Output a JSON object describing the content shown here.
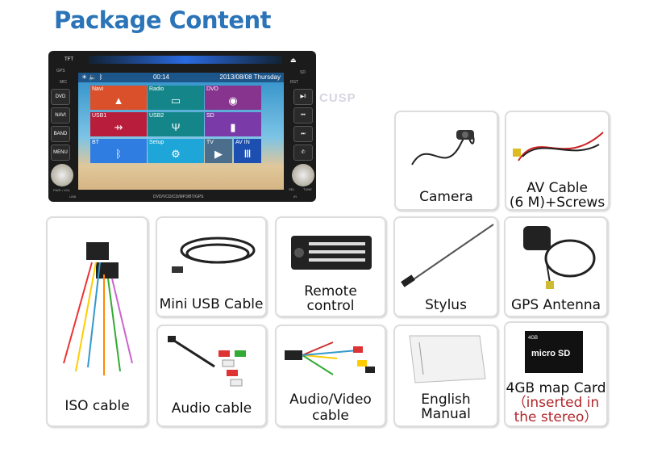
{
  "title": "Package Content",
  "head_unit": {
    "status": {
      "time": "00:14",
      "date": "2013/08/08 Thursday"
    },
    "tiles": [
      {
        "label": "Navi",
        "color": "#d9502a"
      },
      {
        "label": "Radio",
        "color": "#14868a"
      },
      {
        "label": "DVD",
        "color": "#87348f"
      },
      {
        "label": "USB1",
        "color": "#b81d3c"
      },
      {
        "label": "USB2",
        "color": "#14868a"
      },
      {
        "label": "SD",
        "color": "#7a3aa8"
      },
      {
        "label": "BT",
        "color": "#2f7de0"
      },
      {
        "label": "Setup",
        "color": "#1ea6d8"
      },
      {
        "label": "TV",
        "color": "#4a6e8c"
      },
      {
        "label": "AV IN",
        "color": "#1c4fb0"
      }
    ],
    "left_buttons": [
      "DVD",
      "NAVI",
      "BAND",
      "MENU"
    ],
    "top_labels": {
      "tft": "TFT",
      "gps": "GPS",
      "mic": "MIC",
      "sd": "SD",
      "rst": "RST",
      "pwr": "PWR • VOL",
      "usb": "USB",
      "sel": "SEL",
      "tune": "TUNE",
      "ir": "IR"
    },
    "footer": "DVD/VCD/CD/MP3/BT/GPS",
    "watermark": "CUSP"
  },
  "items": [
    {
      "id": "camera",
      "label": "Camera"
    },
    {
      "id": "av-cable",
      "label": "AV Cable",
      "label2": "(6 M)+Screws"
    },
    {
      "id": "iso-cable",
      "label": "ISO cable"
    },
    {
      "id": "mini-usb",
      "label": "Mini USB Cable"
    },
    {
      "id": "remote",
      "label": "Remote",
      "label2": "control"
    },
    {
      "id": "stylus",
      "label": "Stylus"
    },
    {
      "id": "gps",
      "label": "GPS Antenna"
    },
    {
      "id": "audio-cable",
      "label": "Audio cable"
    },
    {
      "id": "audio-video",
      "label": "Audio/Video",
      "label2": "cable"
    },
    {
      "id": "manual",
      "label": "English",
      "label2": "Manual"
    },
    {
      "id": "map-card",
      "label": "4GB map Card",
      "label2": "（inserted in",
      "label3": "the stereo）",
      "card_text": "micro SD",
      "card_size": "4GB"
    }
  ]
}
